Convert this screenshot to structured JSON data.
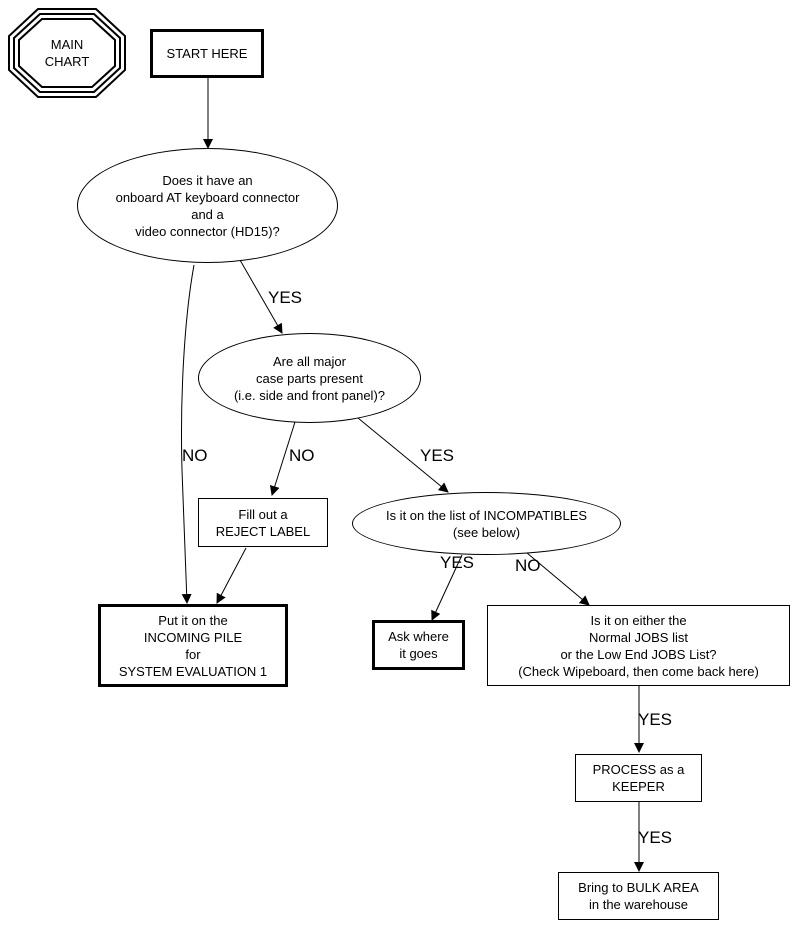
{
  "main_chart": {
    "line1": "MAIN",
    "line2": "CHART"
  },
  "nodes": {
    "start": {
      "lines": [
        "START HERE"
      ]
    },
    "q_onboard": {
      "lines": [
        "Does it have an",
        "onboard AT keyboard connector",
        "and a",
        "video connector (HD15)?"
      ]
    },
    "q_case": {
      "lines": [
        "Are all major",
        "case parts present",
        "(i.e. side and front panel)?"
      ]
    },
    "reject": {
      "lines": [
        "Fill out a",
        "REJECT LABEL"
      ]
    },
    "q_incompat": {
      "lines": [
        "Is it on the list of INCOMPATIBLES",
        "(see below)"
      ]
    },
    "incoming": {
      "lines": [
        "Put it on the",
        "INCOMING PILE",
        "for",
        "SYSTEM EVALUATION 1"
      ]
    },
    "ask": {
      "lines": [
        "Ask where",
        "it goes"
      ]
    },
    "q_jobs": {
      "lines": [
        "Is it on either the",
        "Normal JOBS list",
        "or the Low End JOBS List?",
        "(Check Wipeboard, then come back here)"
      ]
    },
    "keeper": {
      "lines": [
        "PROCESS as a",
        "KEEPER"
      ]
    },
    "bulk": {
      "lines": [
        "Bring to BULK AREA",
        "in the warehouse"
      ]
    }
  },
  "edge_labels": {
    "onboard_yes": "YES",
    "onboard_no": "NO",
    "case_no": "NO",
    "case_yes": "YES",
    "incompat_yes": "YES",
    "incompat_no": "NO",
    "jobs_yes": "YES",
    "keeper_yes": "YES"
  }
}
